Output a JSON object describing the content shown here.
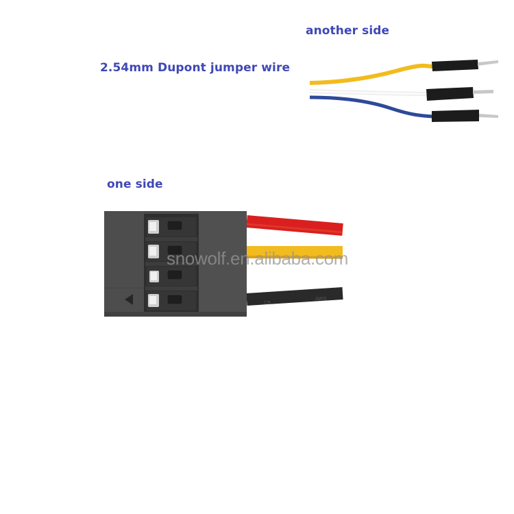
{
  "labels": {
    "title": "2.54mm  Dupont jumper wire",
    "another_side": "another side",
    "one_side": "one side"
  },
  "watermark": "snowolf.en.alibaba.com",
  "colors": {
    "label_text": "#3f48b5",
    "housing": "#4a4a4a",
    "wire_red": "#d9201e",
    "wire_yellow": "#f2bb1e",
    "wire_black": "#2a2a2a",
    "wire_white": "#f4f4f4",
    "wire_blue": "#2d4a9a",
    "pin_black": "#1c1c1c",
    "pin_metal": "#c8c8c8"
  },
  "one_side_connector": {
    "type": "female 4-pin housing",
    "pin_count": 4,
    "wires": [
      "red",
      "yellow",
      "white",
      "black"
    ]
  },
  "another_side_pins": {
    "type": "male pin terminals",
    "wires": [
      "yellow",
      "white",
      "blue"
    ]
  }
}
